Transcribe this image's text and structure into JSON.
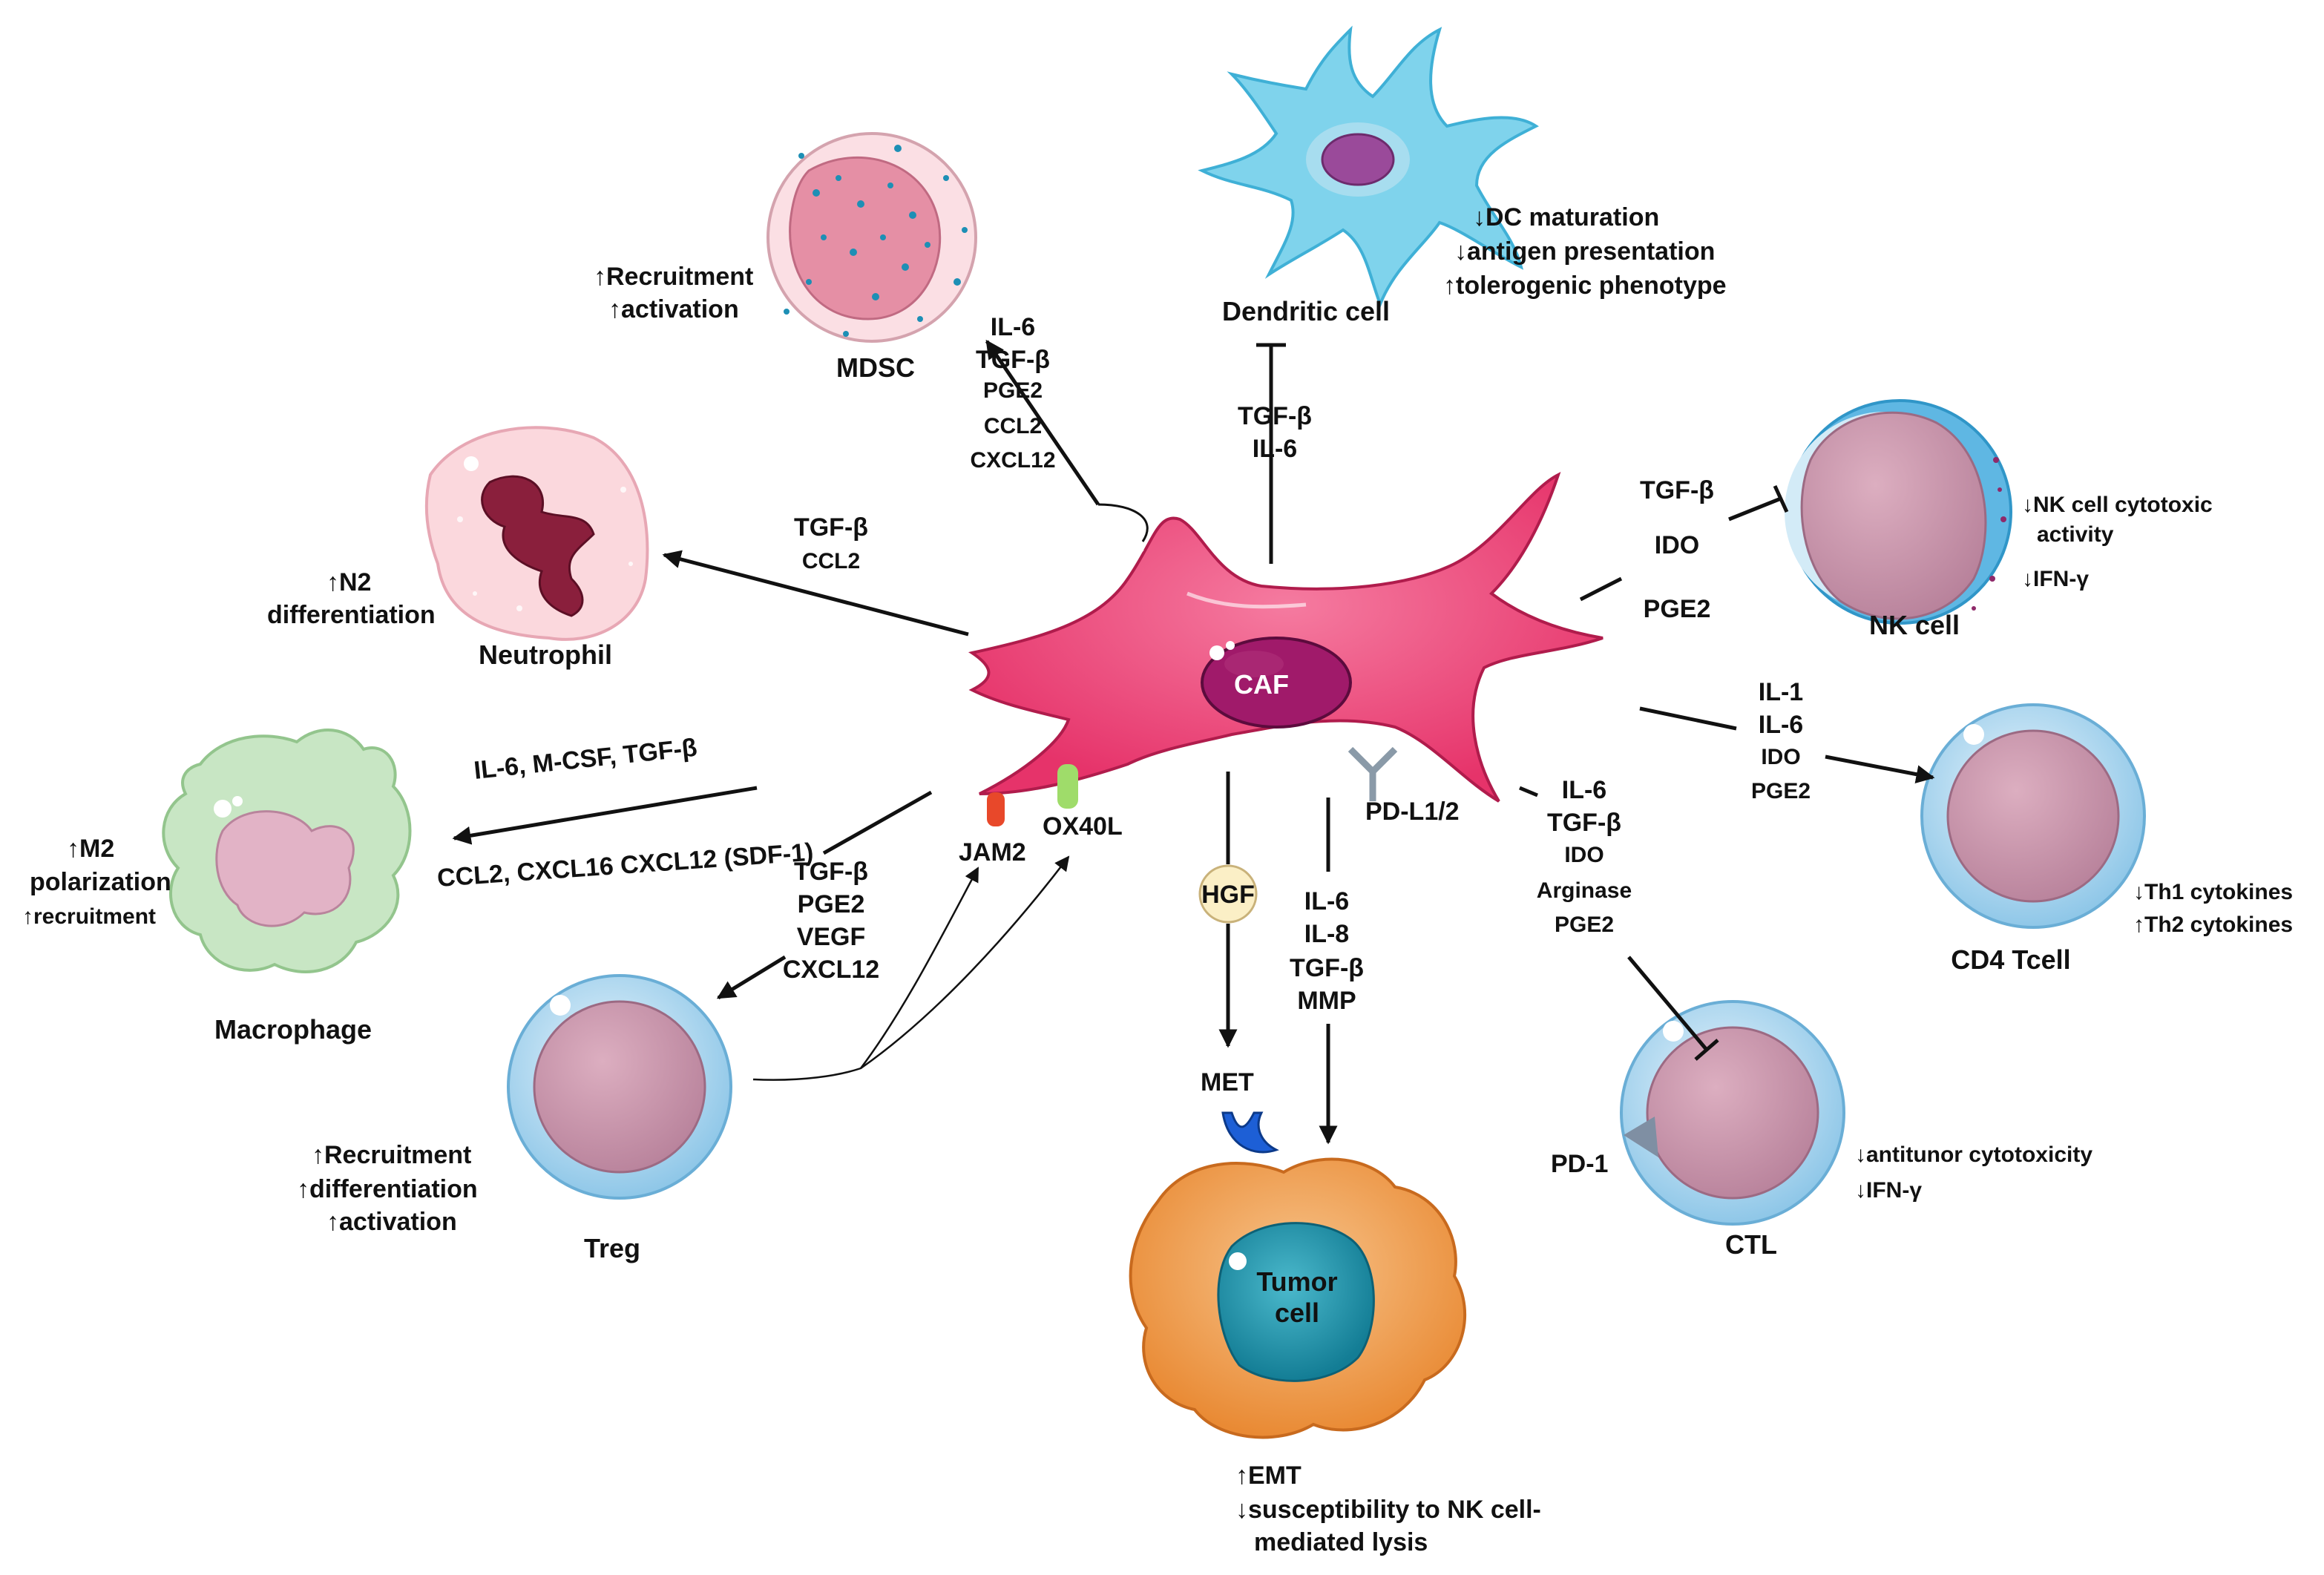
{
  "cells": {
    "caf": "CAF",
    "mdsc": "MDSC",
    "dendritic": "Dendritic cell",
    "neutrophil": "Neutrophil",
    "nk": "NK cell",
    "macrophage": "Macrophage",
    "cd4": "CD4 Tcell",
    "treg": "Treg",
    "ctl": "CTL",
    "tumor_line1": "Tumor",
    "tumor_line2": "cell"
  },
  "receptors": {
    "jam2": "JAM2",
    "ox40l": "OX40L",
    "pdl": "PD-L1/2",
    "hgf": "HGF",
    "met": "MET",
    "pd1": "PD-1"
  },
  "factors": {
    "mdsc": [
      "IL-6",
      "TGF-β",
      "PGE2",
      "CCL2",
      "CXCL12"
    ],
    "dendritic": [
      "TGF-β",
      "IL-6"
    ],
    "neutrophil": [
      "TGF-β",
      "CCL2"
    ],
    "nk": [
      "TGF-β",
      "IDO",
      "PGE2"
    ],
    "cd4": [
      "IL-1",
      "IL-6",
      "IDO",
      "PGE2"
    ],
    "macrophage": [
      "IL-6, M-CSF, TGF-β",
      "CCL2, CXCL16 CXCL12 (SDF-1)"
    ],
    "treg": [
      "TGF-β",
      "PGE2",
      "VEGF",
      "CXCL12"
    ],
    "tumor_mmp": [
      "IL-6",
      "IL-8",
      "TGF-β",
      "MMP"
    ],
    "ctl": [
      "IL-6",
      "TGF-β",
      "IDO",
      "Arginase",
      "PGE2"
    ]
  },
  "effects": {
    "mdsc": [
      "↑Recruitment",
      "↑activation"
    ],
    "dendritic": [
      "↓DC maturation",
      "↓antigen presentation",
      "↑tolerogenic phenotype"
    ],
    "neutrophil": [
      "↑N2",
      "differentiation"
    ],
    "nk": [
      "↓NK cell cytotoxic",
      "activity",
      "↓IFN-γ"
    ],
    "macrophage": [
      "↑M2",
      "polarization",
      "↑recruitment"
    ],
    "cd4": [
      "↓Th1 cytokines",
      "↑Th2 cytokines"
    ],
    "treg": [
      "↑Recruitment",
      "↑differentiation",
      "↑activation"
    ],
    "ctl": [
      "↓antitunor cytotoxicity",
      "↓IFN-γ"
    ],
    "tumor": [
      "↑EMT",
      "↓susceptibility to NK cell-",
      "mediated lysis"
    ]
  }
}
